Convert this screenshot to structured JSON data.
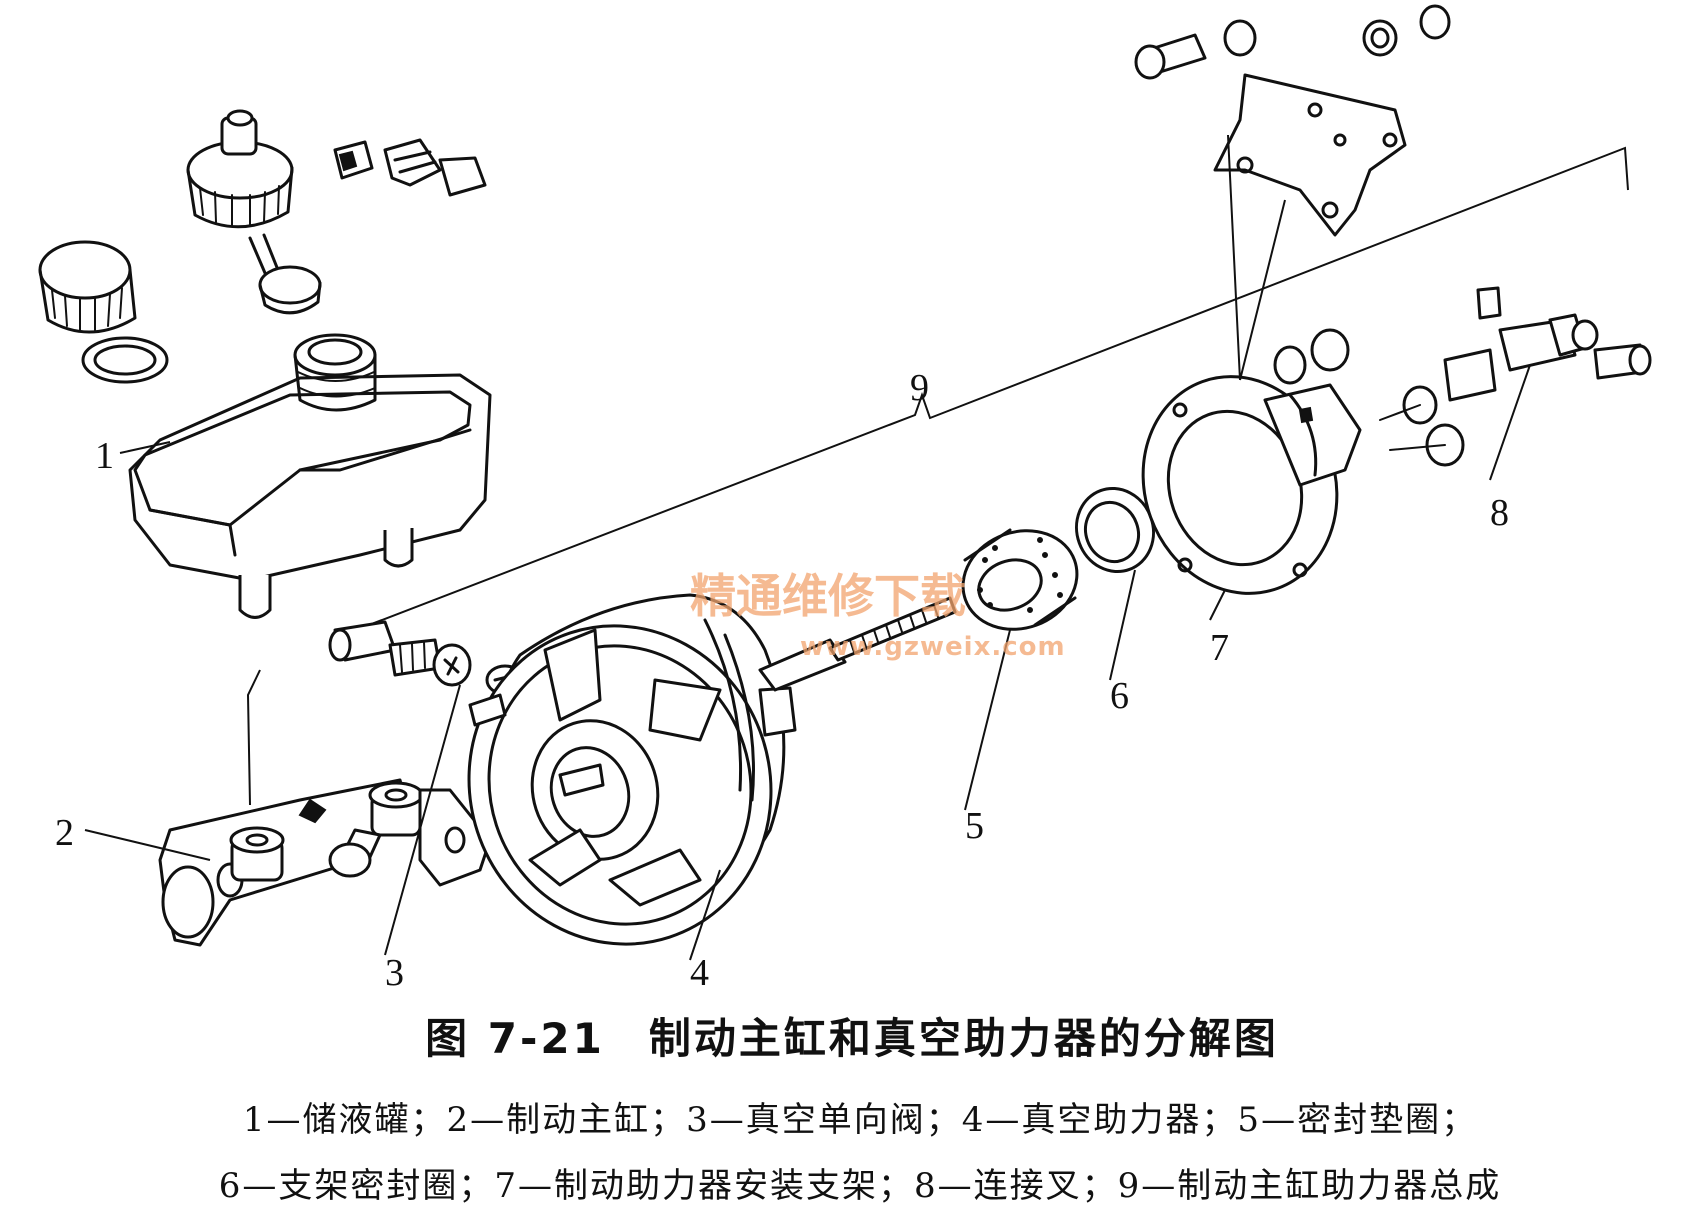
{
  "diagram": {
    "part_labels": [
      "1",
      "2",
      "3",
      "4",
      "5",
      "6",
      "7",
      "8",
      "9"
    ],
    "watermark": {
      "text": "精通维修下载",
      "url": "www.gzweix.com"
    }
  },
  "caption": {
    "figure_number": "图 7-21",
    "title": "制动主缸和真空助力器的分解图"
  },
  "legend": {
    "line1": "1—储液罐；2—制动主缸；3—真空单向阀；4—真空助力器；5—密封垫圈；",
    "line2": "6—支架密封圈；7—制动助力器安装支架；8—连接叉；9—制动主缸助力器总成"
  }
}
